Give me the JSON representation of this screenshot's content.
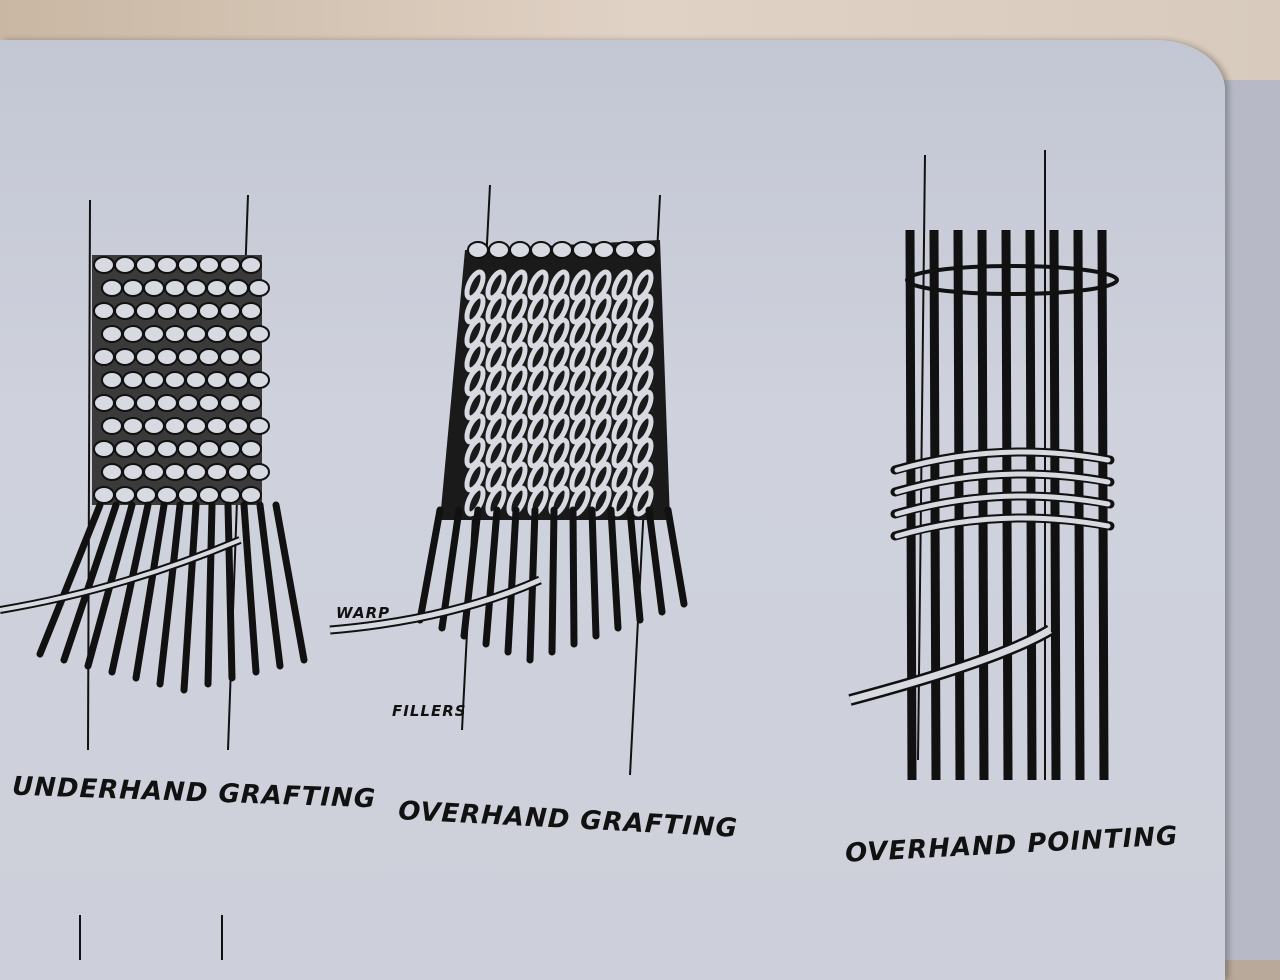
{
  "figures": [
    {
      "caption": "UNDERHAND GRAFTING"
    },
    {
      "caption": "OVERHAND GRAFTING",
      "labels": {
        "warp": "WARP",
        "fillers": "FILLERS"
      }
    },
    {
      "caption": "OVERHAND POINTING"
    }
  ],
  "colors": {
    "page": "#cdd0da",
    "ink": "#111111"
  }
}
